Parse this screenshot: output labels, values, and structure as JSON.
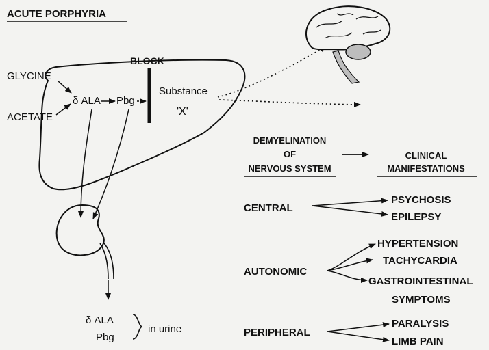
{
  "title": "ACUTE PORPHYRIA",
  "liver": {
    "block_label": "BLOCK",
    "glycine": "GLYCINE",
    "acetate": "ACETATE",
    "ala": "δ ALA",
    "pbg": "Pbg",
    "substance_line1": "Substance",
    "substance_line2": "'X'"
  },
  "urine": {
    "ala": "δ ALA",
    "pbg": "Pbg",
    "label": "in urine"
  },
  "headers": {
    "demyelination_line1": "DEMYELINATION",
    "demyelination_line2": "OF",
    "demyelination_line3": "NERVOUS SYSTEM",
    "clinical_line1": "CLINICAL",
    "clinical_line2": "MANIFESTATIONS"
  },
  "systems": {
    "central": {
      "label": "CENTRAL",
      "effects": [
        "PSYCHOSIS",
        "EPILEPSY"
      ]
    },
    "autonomic": {
      "label": "AUTONOMIC",
      "effects": [
        "HYPERTENSION",
        "TACHYCARDIA",
        "GASTROINTESTINAL",
        "SYMPTOMS"
      ]
    },
    "peripheral": {
      "label": "PERIPHERAL",
      "effects": [
        "PARALYSIS",
        "LIMB PAIN"
      ]
    }
  }
}
